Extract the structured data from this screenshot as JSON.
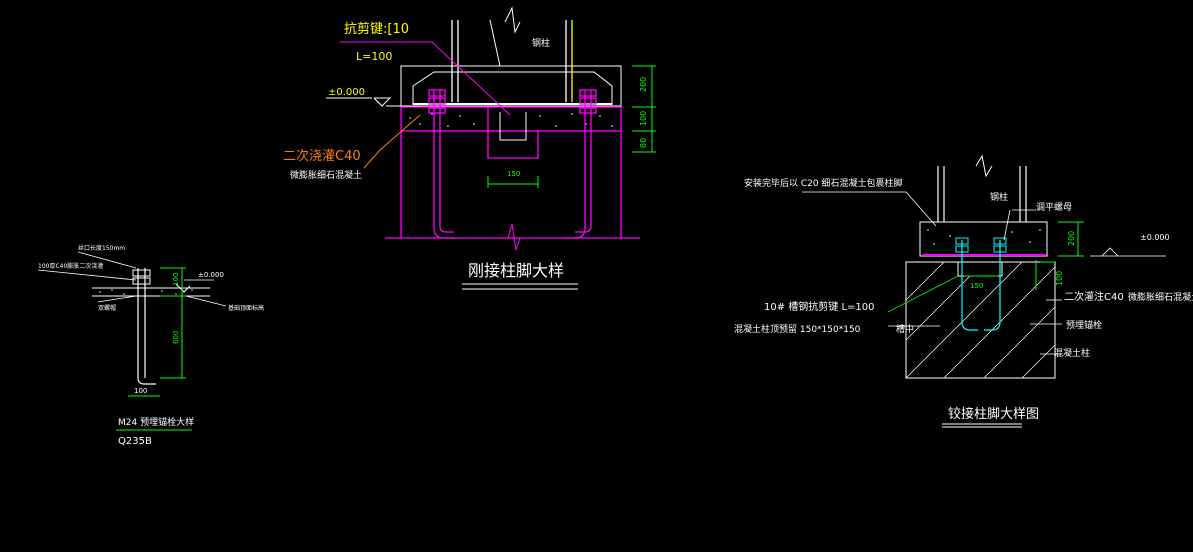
{
  "colors": {
    "background": "#000000",
    "magenta": "#ff00ff",
    "white": "#ffffff",
    "yellow": "#ffff00",
    "green": "#00ff00",
    "cyan": "#00ffff",
    "orange": "#ff7f00"
  },
  "rigid_joint": {
    "label_shear_key": "抗剪键:[10",
    "label_length": "L=100",
    "label_level": "±0.000",
    "label_grout": "二次浇灌C40",
    "label_grout_sub": "微膨胀细石混凝土",
    "label_steel_column": "钢柱",
    "dim_200": "200",
    "dim_100": "100",
    "dim_80": "80",
    "dim_150": "150",
    "title": "刚接柱脚大样"
  },
  "anchor_bolt": {
    "label_top": "丝口长度150mm",
    "label_plate": "100厚C40膨胀二次浇灌",
    "label_nut": "双螺帽",
    "label_level": "±0.000",
    "label_side": "基础顶面标高",
    "dim_100": "100",
    "dim_600": "600",
    "dim_bottom": "100",
    "title": "M24 预埋锚栓大样",
    "subtitle": "Q235B"
  },
  "pinned_joint": {
    "label_top": "安装完毕后以 C20 细石混凝土包裹柱脚",
    "label_steel_column": "钢柱",
    "label_nut": "调平螺母",
    "label_level": "±0.000",
    "label_grout": "二次灌注C40",
    "label_grout_sub": "微膨胀细石混凝土",
    "label_shear": "10# 槽钢抗剪键 L=100",
    "label_slot": "混凝土柱顶预留 150*150*150",
    "label_slot_word": "槽中",
    "label_anchor": "预埋锚栓",
    "label_concrete": "混凝土柱",
    "dim_200": "200",
    "dim_100": "100",
    "dim_150": "150",
    "title": "铰接柱脚大样图"
  }
}
